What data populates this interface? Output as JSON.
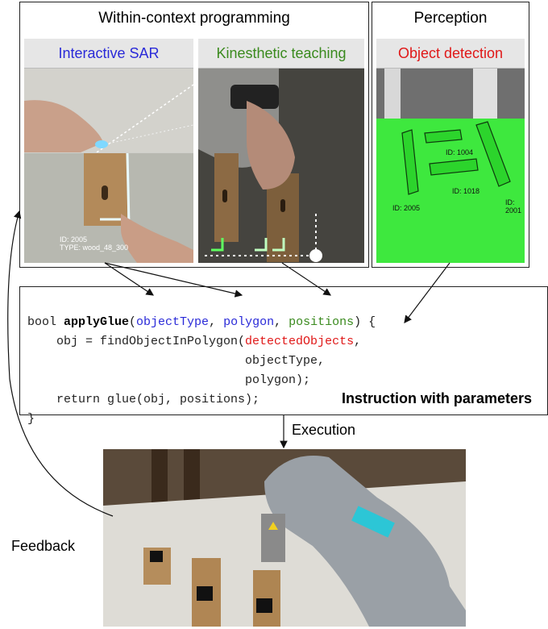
{
  "sections": {
    "within_context": "Within-context programming",
    "perception": "Perception"
  },
  "panels": {
    "sar": {
      "label": "Interactive SAR",
      "color": "#2a2ad8",
      "overlay_id": "ID: 2005",
      "overlay_type": "TYPE: wood_48_300"
    },
    "kinesthetic": {
      "label": "Kinesthetic teaching",
      "color": "#3a8a1e"
    },
    "detection": {
      "label": "Object detection",
      "color": "#e01818",
      "ids": [
        "ID: 1004",
        "ID: 1018",
        "ID: 2005",
        "ID: 2001"
      ]
    }
  },
  "code": {
    "line1_pre": "bool ",
    "func": "applyGlue",
    "paren_open": "(",
    "param1": "objectType",
    "comma1": ", ",
    "param2": "polygon",
    "comma2": ", ",
    "param3": "positions",
    "line1_post": ") {",
    "line2_pre": "    obj = findObjectInPolygon(",
    "line2_param": "detectedObjects",
    "line2_post": ",",
    "line3": "                              objectType,",
    "line4": "                              polygon);",
    "line5": "    return glue(obj, positions);",
    "line6": "}",
    "caption": "Instruction with parameters"
  },
  "labels": {
    "execution": "Execution",
    "feedback": "Feedback"
  },
  "colors": {
    "blue": "#2a2ad8",
    "green": "#3a8a1e",
    "red": "#e01818"
  }
}
